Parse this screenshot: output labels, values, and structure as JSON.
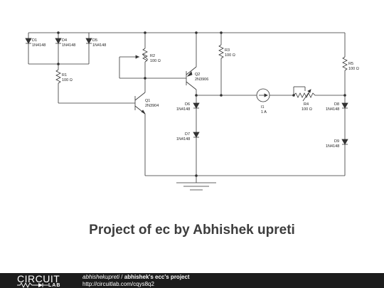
{
  "components": {
    "d1": {
      "name": "D1",
      "model": "1N4148"
    },
    "d4": {
      "name": "D4",
      "model": "1N4148"
    },
    "d5": {
      "name": "D5",
      "model": "1N4148"
    },
    "r1": {
      "name": "R1",
      "value": "100 Ω"
    },
    "r2": {
      "name": "R2",
      "value": "100 Ω"
    },
    "q1": {
      "name": "Q1",
      "model": "2N3904"
    },
    "q2": {
      "name": "Q2",
      "model": "2N3906"
    },
    "r3": {
      "name": "R3",
      "value": "100 Ω"
    },
    "d6": {
      "name": "D6",
      "model": "1N4148"
    },
    "d7": {
      "name": "D7",
      "model": "1N4148"
    },
    "i1": {
      "name": "I1",
      "value": "1 A"
    },
    "r4": {
      "name": "R4",
      "value": "100 Ω"
    },
    "r5": {
      "name": "R5",
      "value": "100 Ω"
    },
    "d8": {
      "name": "D8",
      "model": "1N4148"
    },
    "d9": {
      "name": "D9",
      "model": "1N4148"
    }
  },
  "title": "Project of ec by Abhishek upreti",
  "footer": {
    "logo_top": "CIRCUIT",
    "logo_bottom": "LAB",
    "username": "abhishekupreti",
    "separator": "/",
    "project": "abhishek's ecc's project",
    "url": "http://circuitlab.com/cqys8q2"
  }
}
